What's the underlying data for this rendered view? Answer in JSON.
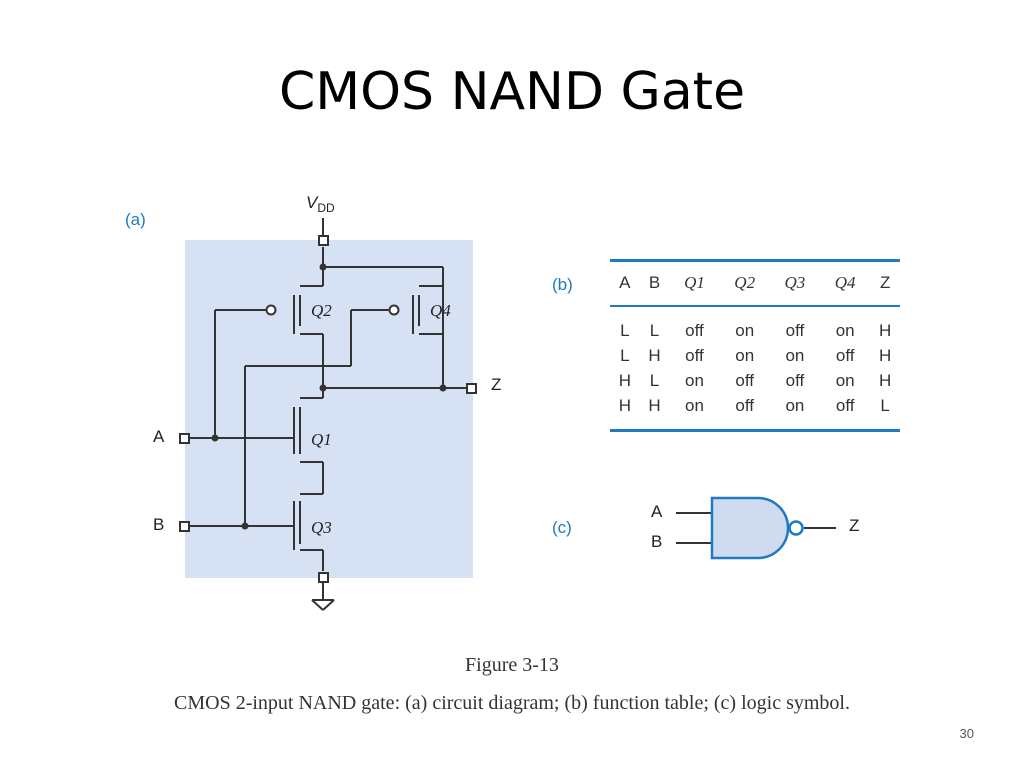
{
  "slide": {
    "title": "CMOS NAND Gate",
    "page_number": "30"
  },
  "figure": {
    "number": "Figure 3-13",
    "caption": "CMOS 2-input NAND gate: (a) circuit diagram; (b) function table; (c) logic symbol."
  },
  "panels": {
    "a_label": "(a)",
    "b_label": "(b)",
    "c_label": "(c)"
  },
  "circuit": {
    "supply_label": "V",
    "supply_subscript": "DD",
    "input_a": "A",
    "input_b": "B",
    "output": "Z",
    "transistors": {
      "q1": "Q1",
      "q2": "Q2",
      "q3": "Q3",
      "q4": "Q4"
    }
  },
  "function_table": {
    "headers": [
      "A",
      "B",
      "Q1",
      "Q2",
      "Q3",
      "Q4",
      "Z"
    ],
    "rows": [
      [
        "L",
        "L",
        "off",
        "on",
        "off",
        "on",
        "H"
      ],
      [
        "L",
        "H",
        "off",
        "on",
        "on",
        "off",
        "H"
      ],
      [
        "H",
        "L",
        "on",
        "off",
        "off",
        "on",
        "H"
      ],
      [
        "H",
        "H",
        "on",
        "off",
        "on",
        "off",
        "L"
      ]
    ]
  },
  "logic_symbol": {
    "input_a": "A",
    "input_b": "B",
    "output": "Z"
  },
  "colors": {
    "accent": "#1f7ac3",
    "circuit_background": "#d6e2f3",
    "gate_fill": "#cfdcf0",
    "wire": "#333333"
  }
}
